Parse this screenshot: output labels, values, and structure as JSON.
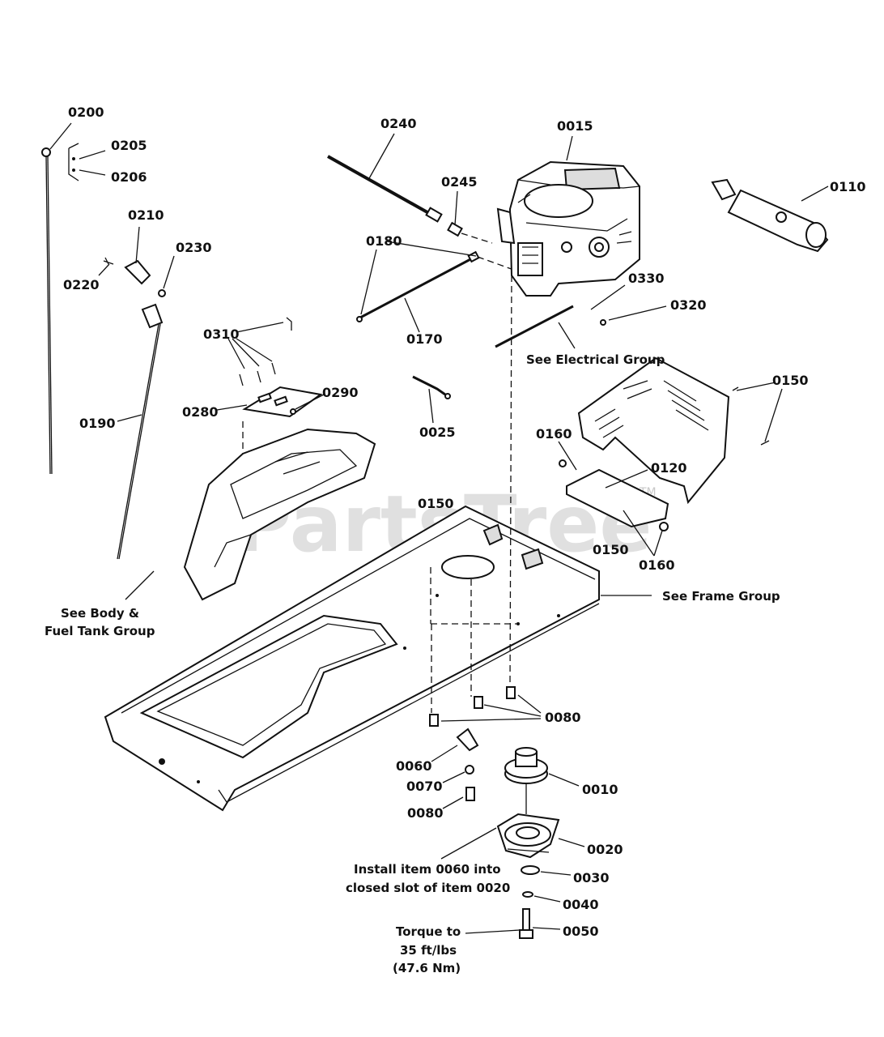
{
  "watermark": {
    "text": "PartsTree",
    "tm": "TM"
  },
  "callouts": [
    {
      "id": "c-0200",
      "text": "0200"
    },
    {
      "id": "c-0205",
      "text": "0205"
    },
    {
      "id": "c-0206",
      "text": "0206"
    },
    {
      "id": "c-0210",
      "text": "0210"
    },
    {
      "id": "c-0230",
      "text": "0230"
    },
    {
      "id": "c-0220",
      "text": "0220"
    },
    {
      "id": "c-0310",
      "text": "0310"
    },
    {
      "id": "c-0280",
      "text": "0280"
    },
    {
      "id": "c-0290",
      "text": "0290"
    },
    {
      "id": "c-0190",
      "text": "0190"
    },
    {
      "id": "c-0240",
      "text": "0240"
    },
    {
      "id": "c-0245",
      "text": "0245"
    },
    {
      "id": "c-0180",
      "text": "0180"
    },
    {
      "id": "c-0170",
      "text": "0170"
    },
    {
      "id": "c-0015",
      "text": "0015"
    },
    {
      "id": "c-0110",
      "text": "0110"
    },
    {
      "id": "c-0330",
      "text": "0330"
    },
    {
      "id": "c-0320",
      "text": "0320"
    },
    {
      "id": "c-0025",
      "text": "0025"
    },
    {
      "id": "c-0150a",
      "text": "0150"
    },
    {
      "id": "c-0160a",
      "text": "0160"
    },
    {
      "id": "c-0120",
      "text": "0120"
    },
    {
      "id": "c-0150b",
      "text": "0150"
    },
    {
      "id": "c-0150c",
      "text": "0150"
    },
    {
      "id": "c-0160b",
      "text": "0160"
    },
    {
      "id": "c-0080a",
      "text": "0080"
    },
    {
      "id": "c-0060",
      "text": "0060"
    },
    {
      "id": "c-0070",
      "text": "0070"
    },
    {
      "id": "c-0080b",
      "text": "0080"
    },
    {
      "id": "c-0010",
      "text": "0010"
    },
    {
      "id": "c-0020",
      "text": "0020"
    },
    {
      "id": "c-0030",
      "text": "0030"
    },
    {
      "id": "c-0040",
      "text": "0040"
    },
    {
      "id": "c-0050",
      "text": "0050"
    }
  ],
  "notes": {
    "electrical": "See Electrical Group",
    "body_line1": "See Body &",
    "body_line2": "Fuel Tank Group",
    "frame": "See Frame Group",
    "install_line1": "Install item 0060 into",
    "install_line2": "closed slot of item 0020",
    "torque_line1": "Torque to",
    "torque_line2": "35 ft/lbs",
    "torque_line3": "(47.6 Nm)"
  }
}
